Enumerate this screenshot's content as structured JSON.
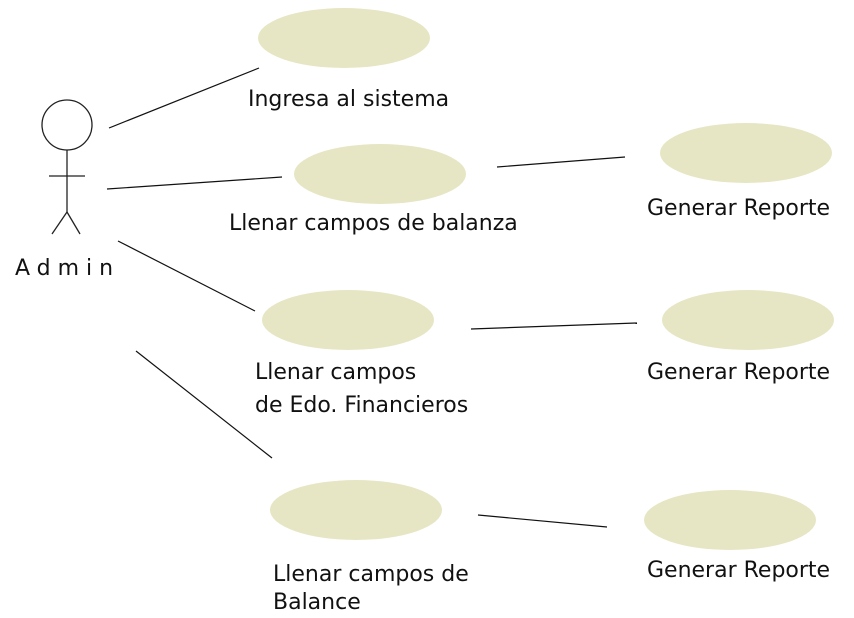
{
  "actor": {
    "name": "Admin"
  },
  "use_cases": {
    "login": "Ingresa al sistema",
    "balanza": "Llenar campos de balanza",
    "financieros_line1": "Llenar campos",
    "financieros_line2": "de Edo. Financieros",
    "balance_line1": "Llenar campos de",
    "balance_line2": "Balance",
    "report_1": "Generar Reporte",
    "report_2": "Generar Reporte",
    "report_3": "Generar Reporte"
  },
  "colors": {
    "use_case_fill": "#e6e6c4",
    "line": "#111111",
    "actor_stroke": "#222222"
  }
}
